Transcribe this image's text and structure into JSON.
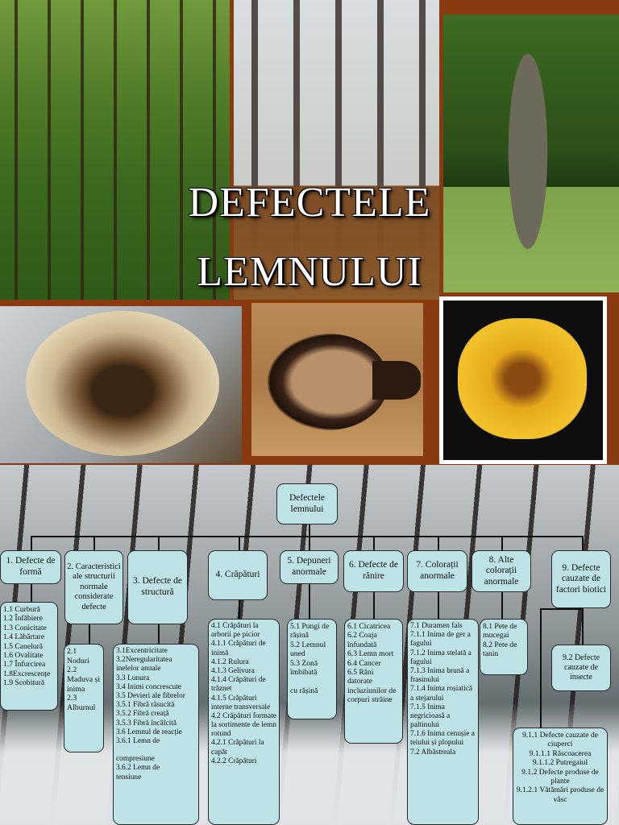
{
  "title": {
    "line1": "DEFECTELE",
    "line2": "LEMNULUI"
  },
  "diagram": {
    "root": "Defectele lemnului",
    "categories": [
      {
        "label": "1. Defecte de formă",
        "items": "1.1 Curbură\n1.2 Înfăbiere\n1.3 Conicitate\n1.4 Lăbărtare\n1.5 Canelură\n1.6 Ovalitate\n1.7 Înfurcirea\n1.8Excrescențe\n1.9 Scobitură"
      },
      {
        "label": "2. Caracteristici ale structurii normale considerate defecte",
        "items": "2.1\nNoduri\n2.2\nMaduva și inima\n2.3\nAlburnul"
      },
      {
        "label": "3. Defecte de structură",
        "items": "3.1Excentricitate\n3.2Neregularitatea inelelor anuale\n3.3 Lunura\n3.4 Inimi concrescute\n3.5 Devieri ale fibrelor\n     3.5.1 Fibră răsucită\n     3.5.2 Fibră creață\n     3.5.3 Fibră încâlcită\n3.6 Lemnul de reacție\n     3.6.1 Lemn de\n\n          compresiune\n     3.6.2 Lemn de\ntensiune"
      },
      {
        "label": "4. Crăpături",
        "items": "4.1 Crăpături la arborii pe picior\n     4.1.1 Crăpături de inimă\n     4.1.2 Rulura\n     4.1.3 Gelivura\n     4.1.4 Crăpături de trăznet\n     4.1.5 Crăpături interne transversale\n4.2 Crăpături formate la sortimente de lemn rotund\n     4.2.1 Crăpături la capăt\n     4.2.2 Crăpături"
      },
      {
        "label": "5. Depuneri anormale",
        "items": "5.1 Pungi de rășină\n5.2 Lemnul uned\n5.3 Zonă îmbibată\n\ncu rășină"
      },
      {
        "label": "6. Defecte de rănire",
        "items": "6.1 Cicatricea\n6.2 Coaja înfundată\n6.3 Lemn mort\n6.4 Cancer\n6.5 Răni datorate incluziunilor de corpuri străine"
      },
      {
        "label": "7. Colorații anormale",
        "items": "7.1 Duramen fals\n   7.1.1 Inima de ger a fagului\n   7.1.2 Inima stelată a fagului\n   7.1.3 Inima brună a frasinului\n   7.1.4 Inima roșiatică a stejarului\n   7.1.5 Inima negricioasă a paltinului\n   7.1.6 Inima cenușie a teiului și plopului\n7.2 Albăstreala"
      },
      {
        "label": "8. Alte colorații anormale",
        "items": "8.1 Pete de mucegai\n8.2 Pete de tanin"
      },
      {
        "label": "9. Defecte cauzate de factori biotici",
        "sub_9_2": "9.2 Defecte cauzate de insecte",
        "sub_9_1": "9.1.1 Defecte cauzate de ciuperci\n     9.1.1.1 Răscoacerea\n     9.1.1.2 Putregaiul\n9.1.2 Defecte produse de plante\n     9.1.2.1 Vătămări produse de vâsc"
      }
    ]
  }
}
